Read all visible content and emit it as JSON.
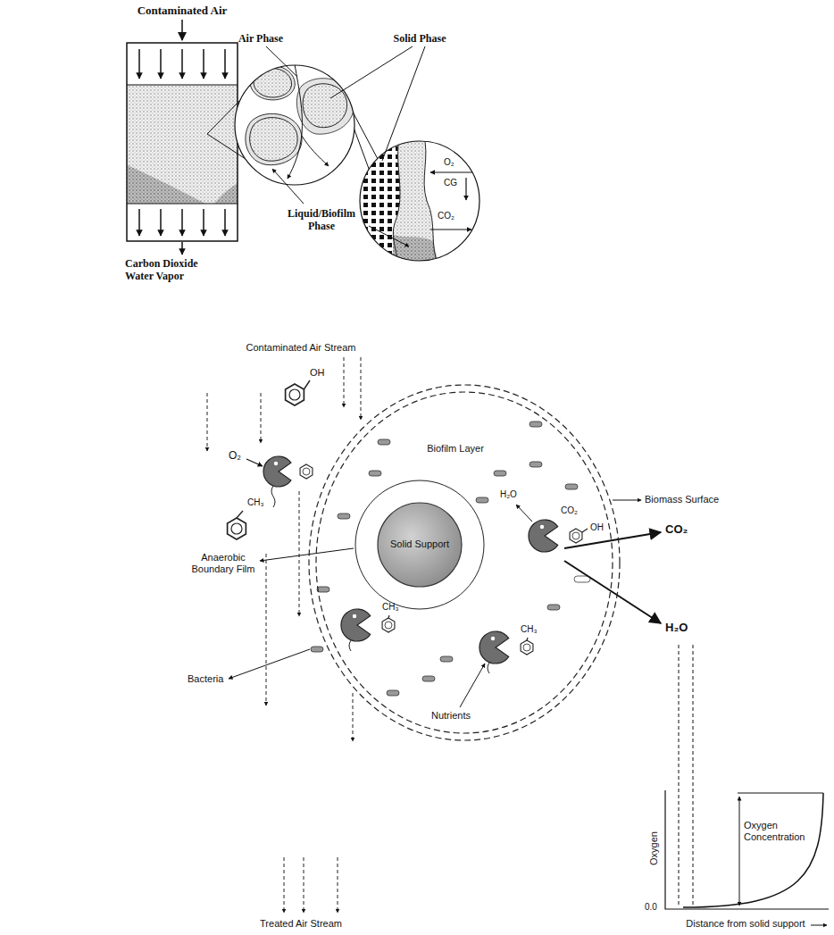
{
  "diagram": {
    "nodes": [
      {
        "text": [
          "Biofilm Layer"
        ]
      },
      {
        "text": [
          "Solid Support"
        ],
        "in": 0
      }
    ],
    "labels": [
      "Contaminated Air",
      "Air Phase",
      "Solid Phase",
      "O₂",
      "CG",
      "CO₂",
      "Liquid/Biofilm Phase",
      "Carbon Dioxide Water Vapor",
      "Contaminated Air Stream",
      "OH",
      "O₂",
      "CH₃",
      "Anaerobic Boundary Film",
      "H₂O",
      "CO₂",
      "Biomass Surface",
      "OH",
      "CO₂",
      "H₂O",
      "Bacteria",
      "CH₃",
      "CH₃",
      "Nutrients",
      "Oxygen",
      "Oxygen Concentration",
      "0.0",
      "Distance from solid support",
      "Treated Air Stream"
    ]
  }
}
